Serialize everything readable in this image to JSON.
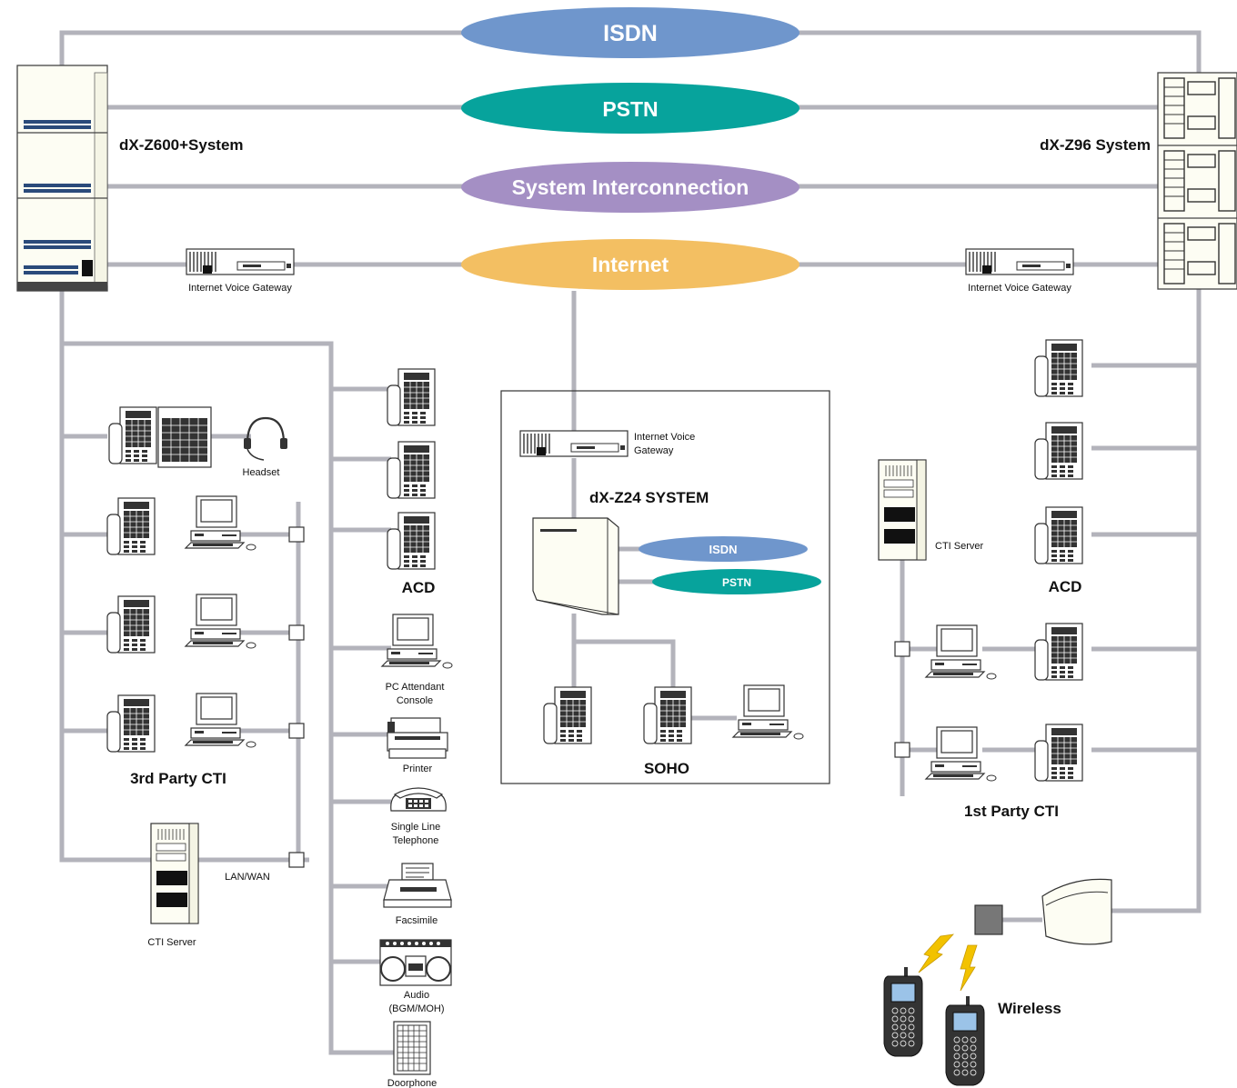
{
  "networks": {
    "isdn": "ISDN",
    "pstn": "PSTN",
    "interconnection": "System Interconnection",
    "internet": "Internet"
  },
  "systems": {
    "left": "dX-Z600+System",
    "right": "dX-Z96 System",
    "middle": "dX-Z24  SYSTEM"
  },
  "gateways": {
    "left": "Internet Voice Gateway",
    "right": "Internet Voice Gateway",
    "middle_line1": "Internet Voice",
    "middle_line2": "Gateway"
  },
  "soho_networks": {
    "isdn": "ISDN",
    "pstn": "PSTN"
  },
  "groups": {
    "acd_left": "ACD",
    "acd_right": "ACD",
    "third_party_cti": "3rd Party CTI",
    "first_party_cti": "1st Party CTI",
    "soho": "SOHO",
    "wireless": "Wireless"
  },
  "devices": {
    "headset": "Headset",
    "lan_wan": "LAN/WAN",
    "cti_server_left": "CTI Server",
    "cti_server_right": "CTI Server",
    "pc_attendant_1": "PC Attendant",
    "pc_attendant_2": "Console",
    "printer": "Printer",
    "single_line_1": "Single Line",
    "single_line_2": "Telephone",
    "facsimile": "Facsimile",
    "audio_1": "Audio",
    "audio_2": "(BGM/MOH)",
    "doorphone": "Doorphone"
  },
  "colors": {
    "isdn": "#6f96cc",
    "pstn": "#07a39c",
    "interconnection": "#a48fc4",
    "internet": "#f3bf62",
    "line": "#b3b3bb"
  }
}
